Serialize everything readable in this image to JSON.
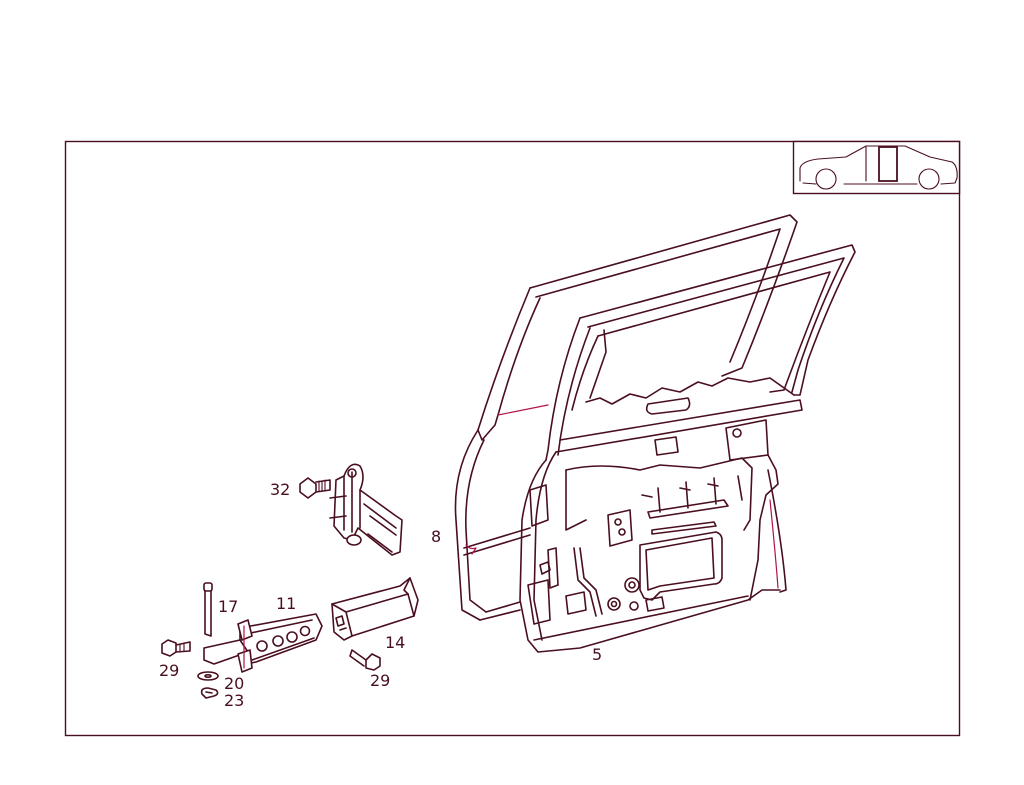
{
  "diagram": {
    "callouts": [
      {
        "id": "c32",
        "text": "32"
      },
      {
        "id": "c8",
        "text": "8"
      },
      {
        "id": "c17",
        "text": "17"
      },
      {
        "id": "c11",
        "text": "11"
      },
      {
        "id": "c14",
        "text": "14"
      },
      {
        "id": "c29a",
        "text": "29"
      },
      {
        "id": "c20",
        "text": "20"
      },
      {
        "id": "c23",
        "text": "23"
      },
      {
        "id": "c29b",
        "text": "29"
      },
      {
        "id": "c5",
        "text": "5"
      }
    ]
  }
}
